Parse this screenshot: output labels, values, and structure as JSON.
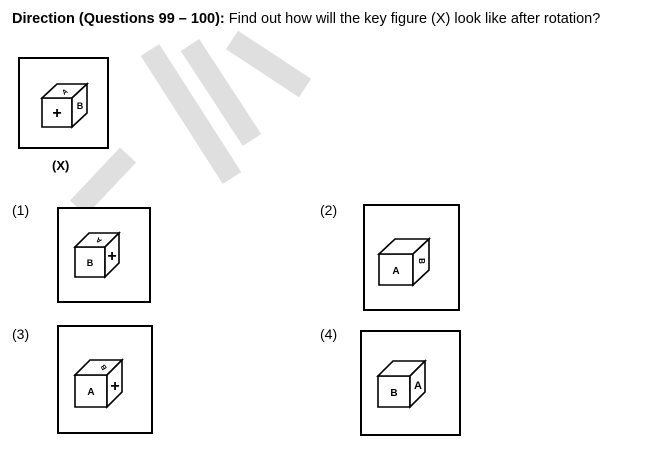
{
  "question": {
    "lead": "Direction (Questions 99 – 100):",
    "text": " Find out how will the key figure (X) look like after rotation?"
  },
  "key_figure": {
    "label": "(X)",
    "front": "+",
    "right": "B",
    "top": "A"
  },
  "options": [
    {
      "number": "(1)",
      "front": "B",
      "right": "+",
      "top": "A"
    },
    {
      "number": "(2)",
      "front": "A",
      "right": "B",
      "top": ""
    },
    {
      "number": "(3)",
      "front": "A",
      "right": "+",
      "top": "B"
    },
    {
      "number": "(4)",
      "front": "B",
      "right": "A",
      "top": ""
    }
  ],
  "colors": {
    "watermark": "#dcdcdc",
    "ink": "#000000"
  }
}
